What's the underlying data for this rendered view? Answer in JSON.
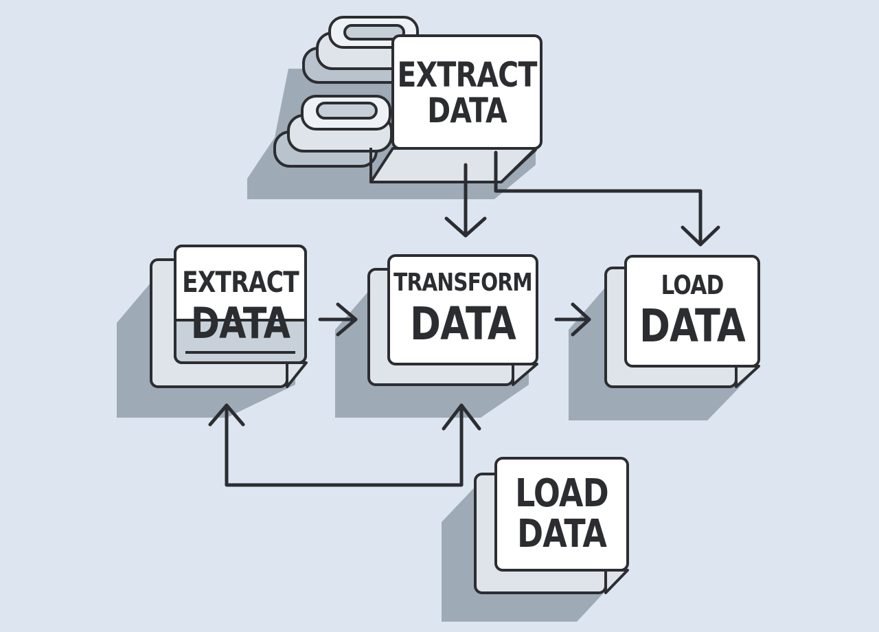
{
  "nodes": {
    "extract_top": {
      "line1": "EXTRACT",
      "line2": "DATA"
    },
    "extract": {
      "line1": "EXTRACT",
      "line2": "DATA"
    },
    "transform": {
      "line1": "TRANSFORM",
      "line2": "DATA"
    },
    "load": {
      "line1": "LOAD",
      "line2": "DATA"
    },
    "load_bottom": {
      "line1": "LOAD",
      "line2": "DATA"
    }
  },
  "colors": {
    "background": "#dde6f0",
    "shadow": "#9eaab6",
    "box_face": "#ffffff",
    "box_side": "#dfe4ea",
    "stroke": "#2b2d31"
  },
  "icons": [
    "database-cylinder-icon",
    "database-cylinder-icon"
  ]
}
